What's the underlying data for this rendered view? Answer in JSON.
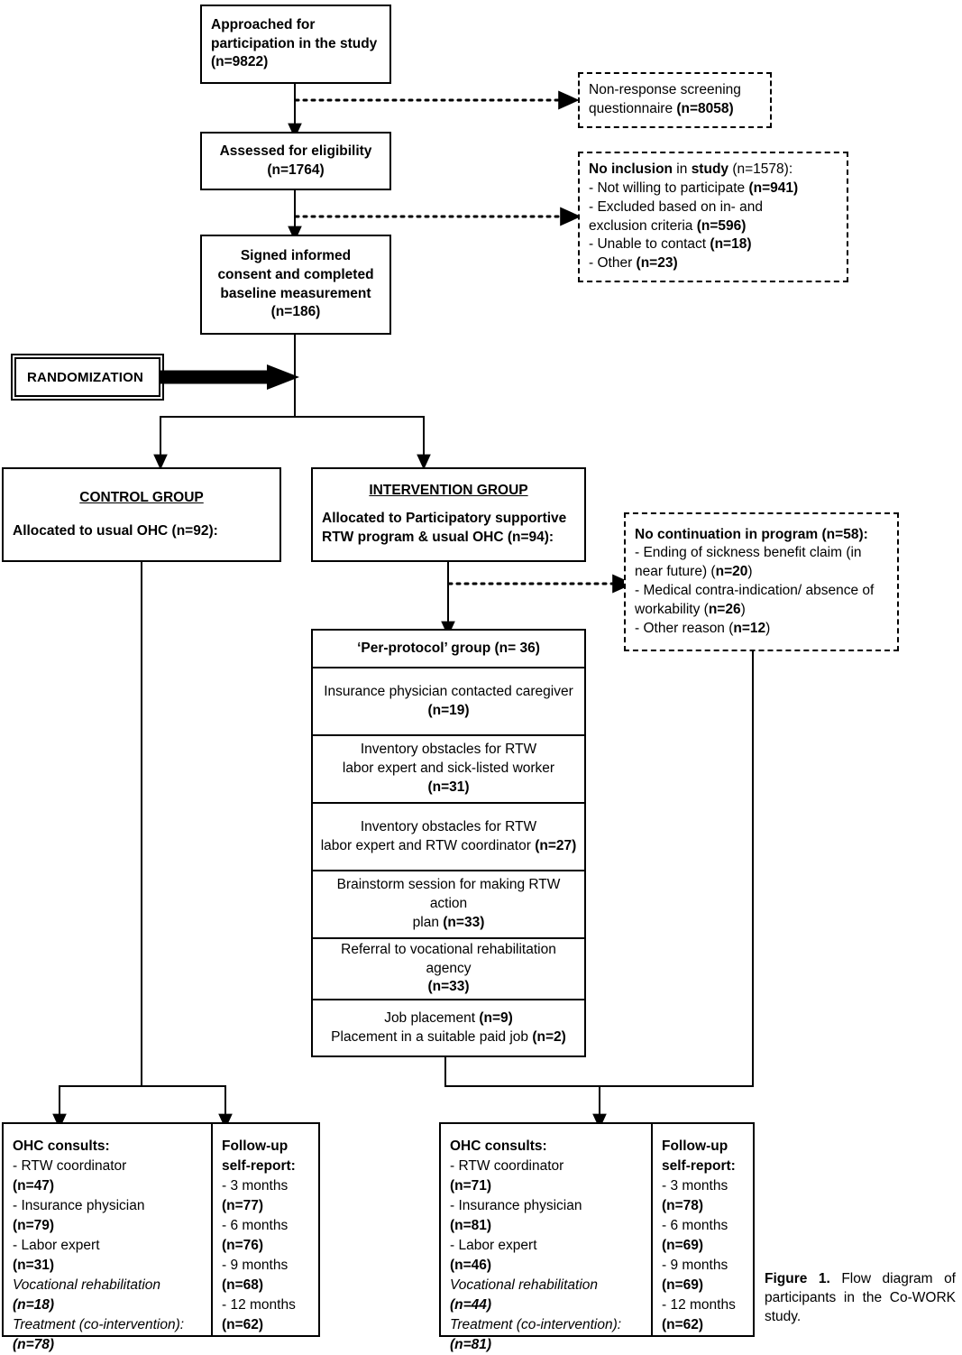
{
  "figure": {
    "caption_label": "Figure 1.",
    "caption_text": " Flow diagram of participants in the Co-WORK study."
  },
  "nodes": {
    "approached": {
      "line1": "Approached for",
      "line2": "participation in the study",
      "line3": "(n=9822)"
    },
    "assessed": {
      "line1": "Assessed for eligibility",
      "line2": "(n=1764)"
    },
    "consent": {
      "line1": "Signed informed",
      "line2": "consent and completed",
      "line3": "baseline measurement",
      "line4": "(n=186)"
    },
    "randomization": {
      "label": "RANDOMIZATION"
    },
    "nonresponse": {
      "line1": "Non-response screening",
      "line2_plain": "questionnaire ",
      "line2_bold": "(n=8058)"
    },
    "noinclusion": {
      "title_bold": "No inclusion",
      "title_plain1": " in ",
      "title_bold2": "study",
      "title_plain2": " (n=1578):",
      "item1_plain": "- Not willing to participate ",
      "item1_bold": "(n=941)",
      "item2_plain": "- Excluded based on in- and",
      "item3_plain": "exclusion criteria ",
      "item3_bold": "(n=596)",
      "item4_plain": "- Unable to contact ",
      "item4_bold": "(n=18)",
      "item5_plain": "- Other ",
      "item5_bold": "(n=23)"
    },
    "control": {
      "title": "CONTROL GROUP",
      "body": "Allocated to usual OHC (n=92):"
    },
    "intervention": {
      "title": "INTERVENTION GROUP",
      "body_line1": "Allocated to Participatory supportive",
      "body_line2": "RTW program & usual OHC (n=94):"
    },
    "nocontinuation": {
      "title": "No continuation in program (n=58):",
      "item1_plain": "- Ending of sickness benefit claim (in",
      "item2_plain": "near future) (",
      "item2_bold": "n=20",
      "item2_tail": ")",
      "item3_plain": "- Medical contra-indication/ absence of",
      "item4_plain": "workability (",
      "item4_bold": "n=26",
      "item4_tail": ")",
      "item5_plain": "- Other reason (",
      "item5_bold": "n=12",
      "item5_tail": ")"
    }
  },
  "protocol_stack": [
    {
      "kind": "header",
      "bold_text": "‘Per-protocol’ group (n= 36)"
    },
    {
      "kind": "row",
      "line1": "Insurance physician contacted caregiver",
      "line2_bold": "(n=19)"
    },
    {
      "kind": "row",
      "line1": "Inventory obstacles for RTW",
      "line2": "labor expert and sick-listed worker ",
      "line2_bold": "(n=31)"
    },
    {
      "kind": "row",
      "line1": "Inventory obstacles for RTW",
      "line2": "labor expert and RTW coordinator ",
      "line2_bold": "(n=27)"
    },
    {
      "kind": "row",
      "line1": "Brainstorm session for making RTW action",
      "line2": "plan ",
      "line2_bold": "(n=33)"
    },
    {
      "kind": "row",
      "line1": "Referral to vocational rehabilitation agency",
      "line2_bold": "(n=33)"
    },
    {
      "kind": "row",
      "line1": "Job placement ",
      "line1_bold": "(n=9)",
      "line2": "Placement in a suitable paid job ",
      "line2_bold": "(n=2)"
    }
  ],
  "outcomes": {
    "control": {
      "consults_title": "OHC consults:",
      "rows": [
        {
          "label": "- RTW coordinator",
          "value": "(n=47)",
          "style": "plain"
        },
        {
          "label": "- Insurance physician",
          "value": "(n=79)",
          "style": "plain"
        },
        {
          "label": "- Labor expert",
          "value": "(n=31)",
          "style": "plain"
        },
        {
          "label": "Vocational rehabilitation",
          "value": "(n=18)",
          "style": "italic"
        },
        {
          "label": "Treatment (co-intervention):",
          "value": "(n=78)",
          "style": "italic"
        }
      ],
      "followup_title1": "Follow-up",
      "followup_title2": "self-report:",
      "followup": [
        {
          "label": "- 3 months",
          "value": "(n=77)"
        },
        {
          "label": "- 6 months",
          "value": "(n=76)"
        },
        {
          "label": "- 9 months",
          "value": "(n=68)"
        },
        {
          "label": "- 12 months",
          "value": "(n=62)"
        }
      ]
    },
    "intervention": {
      "consults_title": "OHC consults:",
      "rows": [
        {
          "label": "- RTW coordinator",
          "value": "(n=71)",
          "style": "plain"
        },
        {
          "label": "- Insurance physician",
          "value": "(n=81)",
          "style": "plain"
        },
        {
          "label": "- Labor expert",
          "value": "(n=46)",
          "style": "plain"
        },
        {
          "label": "Vocational rehabilitation",
          "value": "(n=44)",
          "style": "italic"
        },
        {
          "label": "Treatment (co-intervention):",
          "value": "(n=81)",
          "style": "italic"
        }
      ],
      "followup_title1": "Follow-up",
      "followup_title2": "self-report:",
      "followup": [
        {
          "label": "- 3 months",
          "value": "(n=78)"
        },
        {
          "label": "- 6 months",
          "value": "(n=69)"
        },
        {
          "label": "- 9 months",
          "value": "(n=69)"
        },
        {
          "label": "- 12 months",
          "value": "(n=62)"
        }
      ]
    }
  },
  "chart_data": {
    "type": "diagram",
    "title": "Flow diagram of participants in the Co-WORK study",
    "stages": [
      {
        "name": "Approached for participation in the study",
        "n": 9822
      },
      {
        "name": "Non-response screening questionnaire",
        "n": 8058,
        "excluded": true
      },
      {
        "name": "Assessed for eligibility",
        "n": 1764
      },
      {
        "name": "No inclusion in study",
        "n": 1578,
        "excluded": true,
        "breakdown": [
          {
            "reason": "Not willing to participate",
            "n": 941
          },
          {
            "reason": "Excluded based on in- and exclusion criteria",
            "n": 596
          },
          {
            "reason": "Unable to contact",
            "n": 18
          },
          {
            "reason": "Other",
            "n": 23
          }
        ]
      },
      {
        "name": "Signed informed consent and completed baseline measurement",
        "n": 186
      },
      {
        "name": "Control group - Allocated to usual OHC",
        "n": 92
      },
      {
        "name": "Intervention group - Allocated to Participatory supportive RTW program & usual OHC",
        "n": 94
      },
      {
        "name": "No continuation in program",
        "n": 58,
        "excluded": true,
        "breakdown": [
          {
            "reason": "Ending of sickness benefit claim (in near future)",
            "n": 20
          },
          {
            "reason": "Medical contra-indication/ absence of workability",
            "n": 26
          },
          {
            "reason": "Other reason",
            "n": 12
          }
        ]
      },
      {
        "name": "'Per-protocol' group",
        "n": 36,
        "steps": [
          {
            "step": "Insurance physician contacted caregiver",
            "n": 19
          },
          {
            "step": "Inventory obstacles for RTW labor expert and sick-listed worker",
            "n": 31
          },
          {
            "step": "Inventory obstacles for RTW labor expert and RTW coordinator",
            "n": 27
          },
          {
            "step": "Brainstorm session for making RTW action plan",
            "n": 33
          },
          {
            "step": "Referral to vocational rehabilitation agency",
            "n": 33
          },
          {
            "step": "Job placement",
            "n": 9
          },
          {
            "step": "Placement in a suitable paid job",
            "n": 2
          }
        ]
      }
    ]
  }
}
